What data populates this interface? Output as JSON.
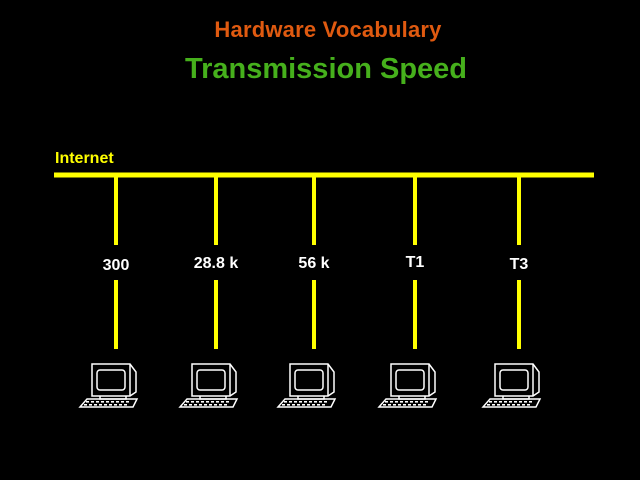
{
  "slide": {
    "header": "Hardware Vocabulary",
    "title": "Transmission Speed"
  },
  "bus": {
    "label": "Internet",
    "color": "#ffff00"
  },
  "connections": [
    {
      "speed": "300",
      "icon": "computer-icon"
    },
    {
      "speed": "28.8 k",
      "icon": "computer-icon"
    },
    {
      "speed": "56 k",
      "icon": "computer-icon"
    },
    {
      "speed": "T1",
      "icon": "computer-icon"
    },
    {
      "speed": "T3",
      "icon": "computer-icon"
    }
  ],
  "colors": {
    "background": "#000000",
    "header": "#e05a10",
    "title": "#46b01c",
    "line": "#ffff00",
    "label": "#ffffff",
    "computer": "#ffffff"
  }
}
